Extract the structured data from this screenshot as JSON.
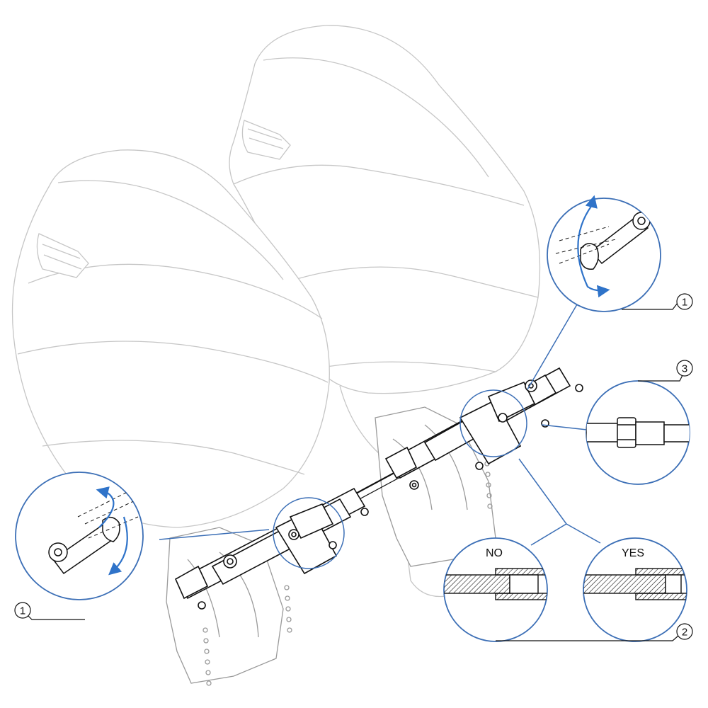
{
  "callouts": {
    "one_top": "1",
    "one_left": "1",
    "two": "2",
    "three": "3"
  },
  "detail_labels": {
    "no": "NO",
    "yes": "YES"
  },
  "colors": {
    "detail_circle": "#3c6fb6",
    "arrow": "#2f73c9",
    "engine_outline": "#c9c9c9",
    "part_outline": "#111111"
  }
}
